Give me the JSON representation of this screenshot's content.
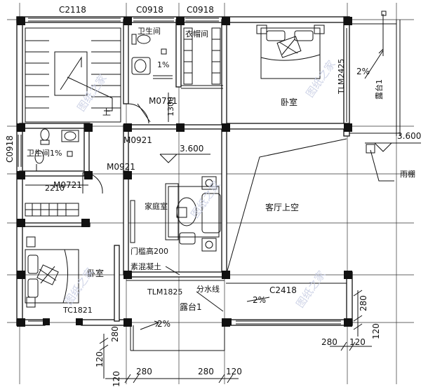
{
  "windows": {
    "top_left": "C2118",
    "top_mid": "C0918",
    "top_right": "C0918",
    "left": "C0918",
    "bottom": "C2418",
    "bedroom_bottom_left": "TC1821",
    "bedroom_right": "TLM2425"
  },
  "doors": {
    "bath_top": "M0721",
    "hall": "M0921",
    "bath_left": "M0921",
    "bedroom_left": "M0721",
    "balcony_bottom": "TLM1825"
  },
  "rooms": {
    "bath_top": "卫生间",
    "storage": "衣帽间",
    "bedroom_top": "卧室",
    "balcony_right": "露台1",
    "bath_left": "卫生间1%",
    "family_room": "家庭室",
    "living_void": "客厅上空",
    "bedroom_bottom": "卧室",
    "balcony_bottom": "露台1",
    "stairs_up": "上"
  },
  "annotations": {
    "slope_bath": "1%",
    "slope_balcony_right": "2%",
    "slope_balcony_bottom_left": "2%",
    "slope_balcony_bottom_right": "2%",
    "level_hall": "3.600",
    "level_right": "3.600",
    "canopy": "雨棚",
    "door_sill": "门槛高200",
    "concrete": "素混凝土",
    "water_line": "分水线",
    "dim_1300": "1300",
    "dim_2210": "2210"
  },
  "dimensions": {
    "right_280": "280",
    "right_120": "120",
    "bottom_right_280": "280",
    "bottom_right_120": "120",
    "left_280": "280",
    "left_120": "120",
    "bottom_120_a": "120",
    "bottom_280_a": "280",
    "bottom_280_b": "280",
    "bottom_120_b": "120"
  },
  "watermark": "图纸之家"
}
